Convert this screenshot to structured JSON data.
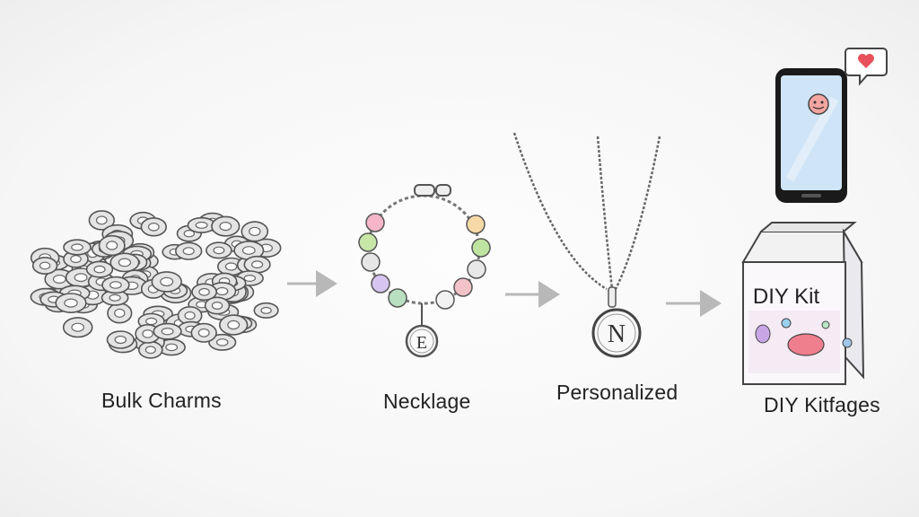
{
  "steps": [
    {
      "label": "Bulk Charms"
    },
    {
      "label": "Necklage"
    },
    {
      "label": "Personalized"
    },
    {
      "label": "DIY Kitfages"
    }
  ],
  "bracelet_pendant_letter": "E",
  "necklace_pendant_letter": "N",
  "kit_box_label": "DIY Kit",
  "colors": {
    "arrow": "#b8b8b8",
    "line": "#555555",
    "heart": "#e8505b",
    "phone_screen": "#cfe4f6"
  }
}
